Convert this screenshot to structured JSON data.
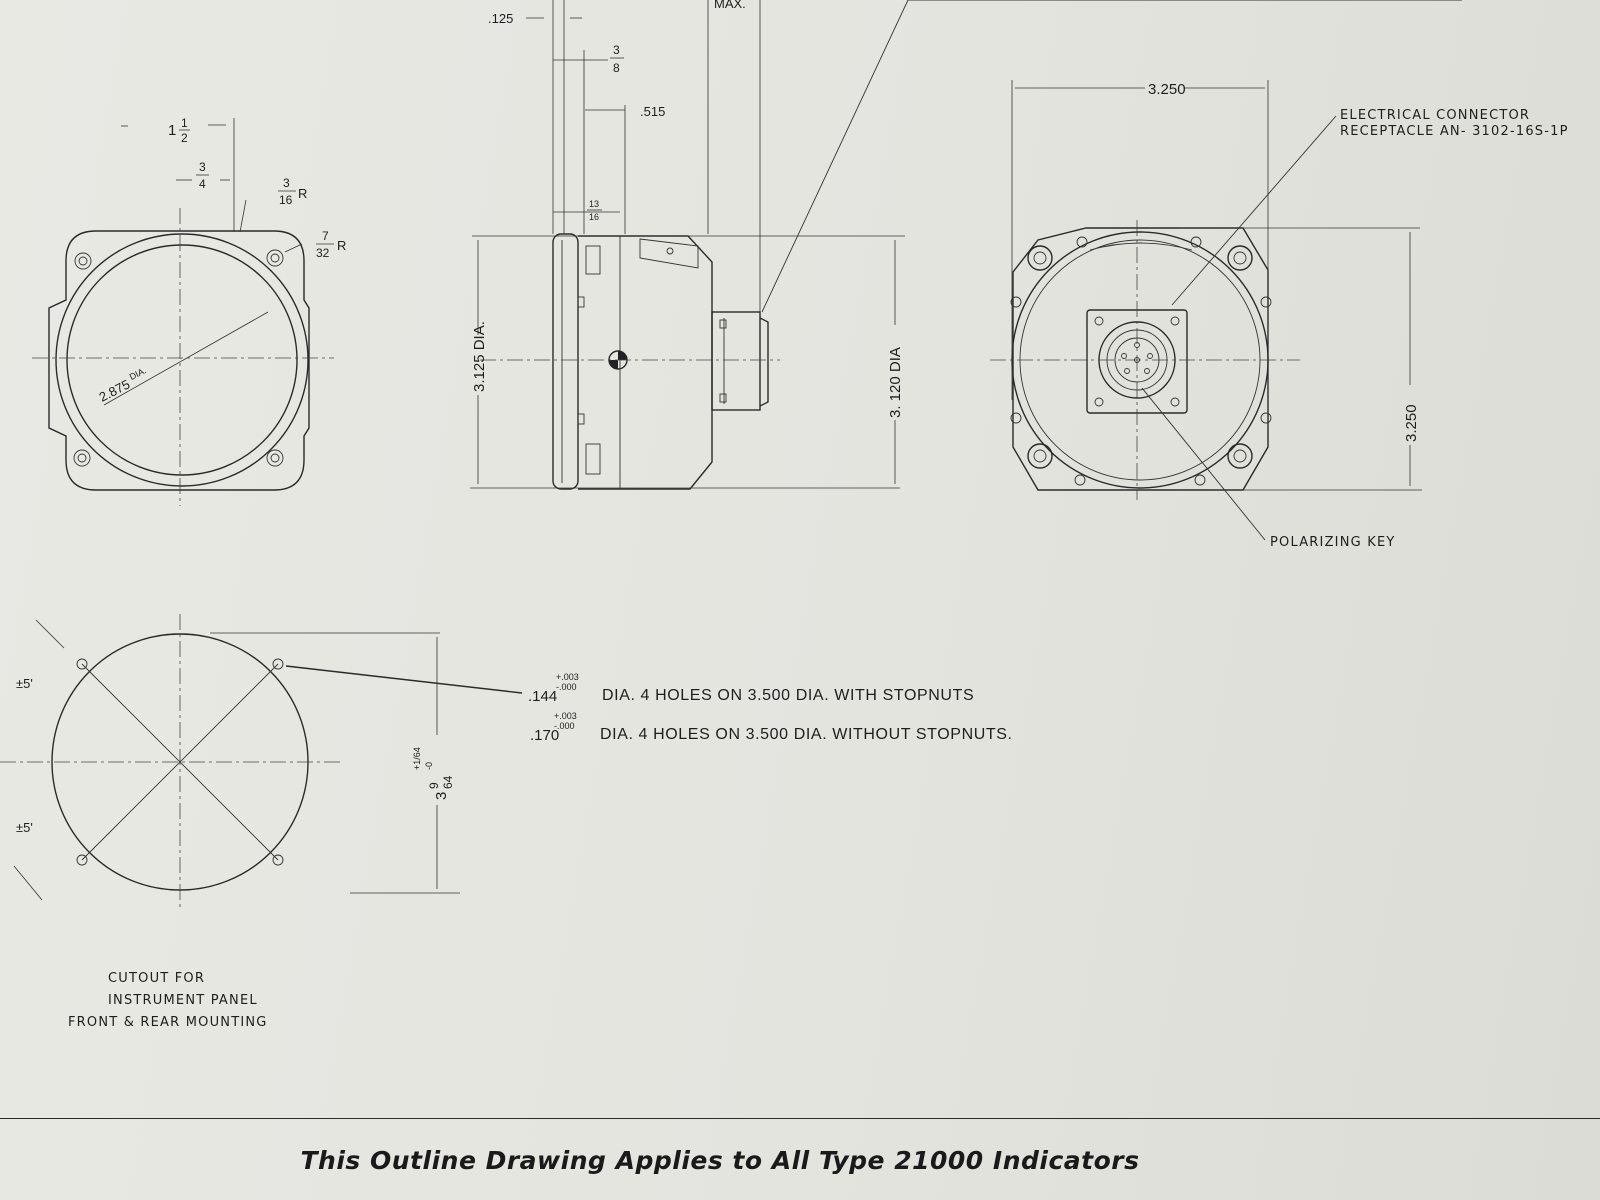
{
  "front_view": {
    "dim_width": "1",
    "dim_width_frac_num": "1",
    "dim_width_frac_den": "2",
    "dim_half_num": "3",
    "dim_half_den": "4",
    "corner_r1_num": "3",
    "corner_r1_den": "16",
    "corner_r1_suffix": "R",
    "corner_r2_num": "7",
    "corner_r2_den": "32",
    "corner_r2_suffix": "R",
    "bezel_dia": "2.875",
    "bezel_dia_suffix": "DIA."
  },
  "side_view": {
    "dim_125": ".125",
    "dim_max": "MAX.",
    "dim_3_8_num": "3",
    "dim_3_8_den": "8",
    "dim_515": ".515",
    "dim_13_16_num": "13",
    "dim_13_16_den": "16",
    "dia_left": "3.125 DIA.",
    "dia_right": "3. 120 DIA"
  },
  "rear_view": {
    "width": "3.250",
    "height": "3.250",
    "connector_label_1": "ELECTRICAL CONNECTOR",
    "connector_label_2": "RECEPTACLE  AN- 3102-16S-1P",
    "key_label": "POLARIZING  KEY"
  },
  "cutout_view": {
    "angle_tol": "±5'",
    "hole_note_1_value": ".144",
    "hole_note_1_tol_plus": "+.003",
    "hole_note_1_tol_minus": "-.000",
    "hole_note_1_text": "DIA. 4 HOLES  ON 3.500 DIA. WITH STOPNUTS",
    "hole_note_2_value": ".170",
    "hole_note_2_tol_plus": "+.003",
    "hole_note_2_tol_minus": "-.000",
    "hole_note_2_text": "DIA. 4 HOLES  ON 3.500 DIA. WITHOUT STOPNUTS.",
    "cutout_dia_whole": "3",
    "cutout_dia_num": "9",
    "cutout_dia_den": "64",
    "cutout_tol_plus": "+1/64",
    "cutout_tol_minus": "-0",
    "caption_1": "CUTOUT  FOR",
    "caption_2": "INSTRUMENT  PANEL",
    "caption_3": "FRONT & REAR MOUNTING"
  },
  "footer": {
    "text": "This Outline Drawing Applies to All Type 21000 Indicators"
  }
}
